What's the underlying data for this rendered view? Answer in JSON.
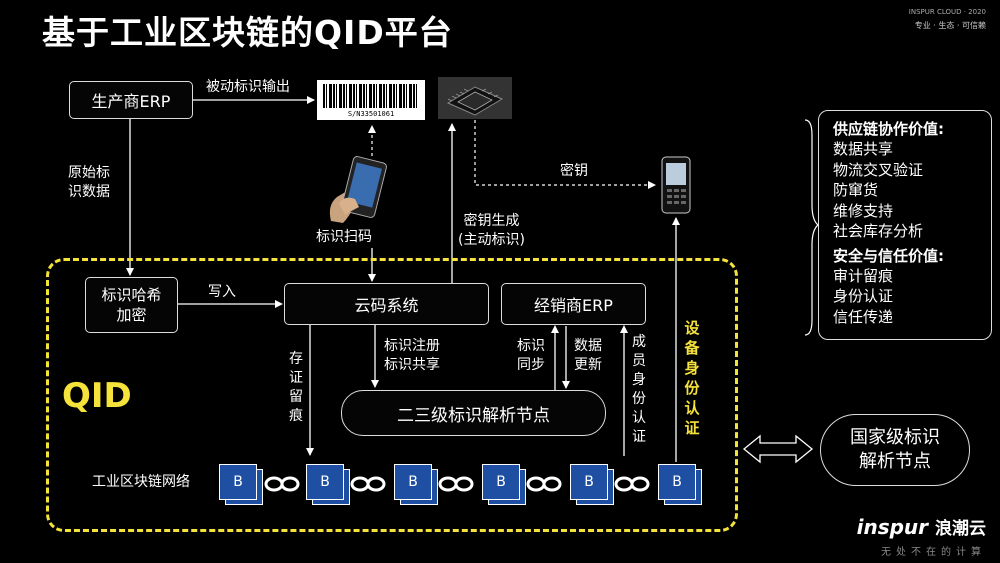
{
  "title": "基于工业区块链的QID平台",
  "brand_top": {
    "name": "INSPUR CLOUD · 2020",
    "tagline": "专业 · 生态 · 可信赖"
  },
  "nodes": {
    "manufacturer_erp": "生产商ERP",
    "hash_encrypt": "标识哈希\n加密",
    "cloud_code_system": "云码系统",
    "distributor_erp": "经销商ERP",
    "secondary_resolution_node": "二三级标识解析节点",
    "national_node": "国家级标识\n解析节点"
  },
  "labels": {
    "passive_output": "被动标识输出",
    "raw_data": "原始标\n识数据",
    "scan": "标识扫码",
    "key": "密钥",
    "key_gen": "密钥生成\n(主动标识)",
    "write": "写入",
    "register_share": "标识注册\n标识共享",
    "sync": "标识\n同步",
    "data_update": "数据\n更新",
    "evidence": "存证留痕",
    "member_auth": "成员身份认证",
    "device_auth": "设备身份认证",
    "blockchain_network": "工业区块链网络",
    "qid": "QID",
    "barcode_sn": "S/N33501061"
  },
  "block_label": "B",
  "right_panel": {
    "heading1": "供应链协作价值:",
    "items1": [
      "数据共享",
      "物流交叉验证",
      "防窜货",
      "维修支持",
      "社会库存分析"
    ],
    "heading2": "安全与信任价值:",
    "items2": [
      "审计留痕",
      "身份认证",
      "信任传递"
    ]
  },
  "brand_bottom": {
    "logo": "inspur",
    "logo_cn": "浪潮云",
    "slogan": "无处不在的计算"
  },
  "colors": {
    "accent_yellow": "#f5e23a",
    "block_blue": "#1e4fa3",
    "background": "#000000"
  }
}
